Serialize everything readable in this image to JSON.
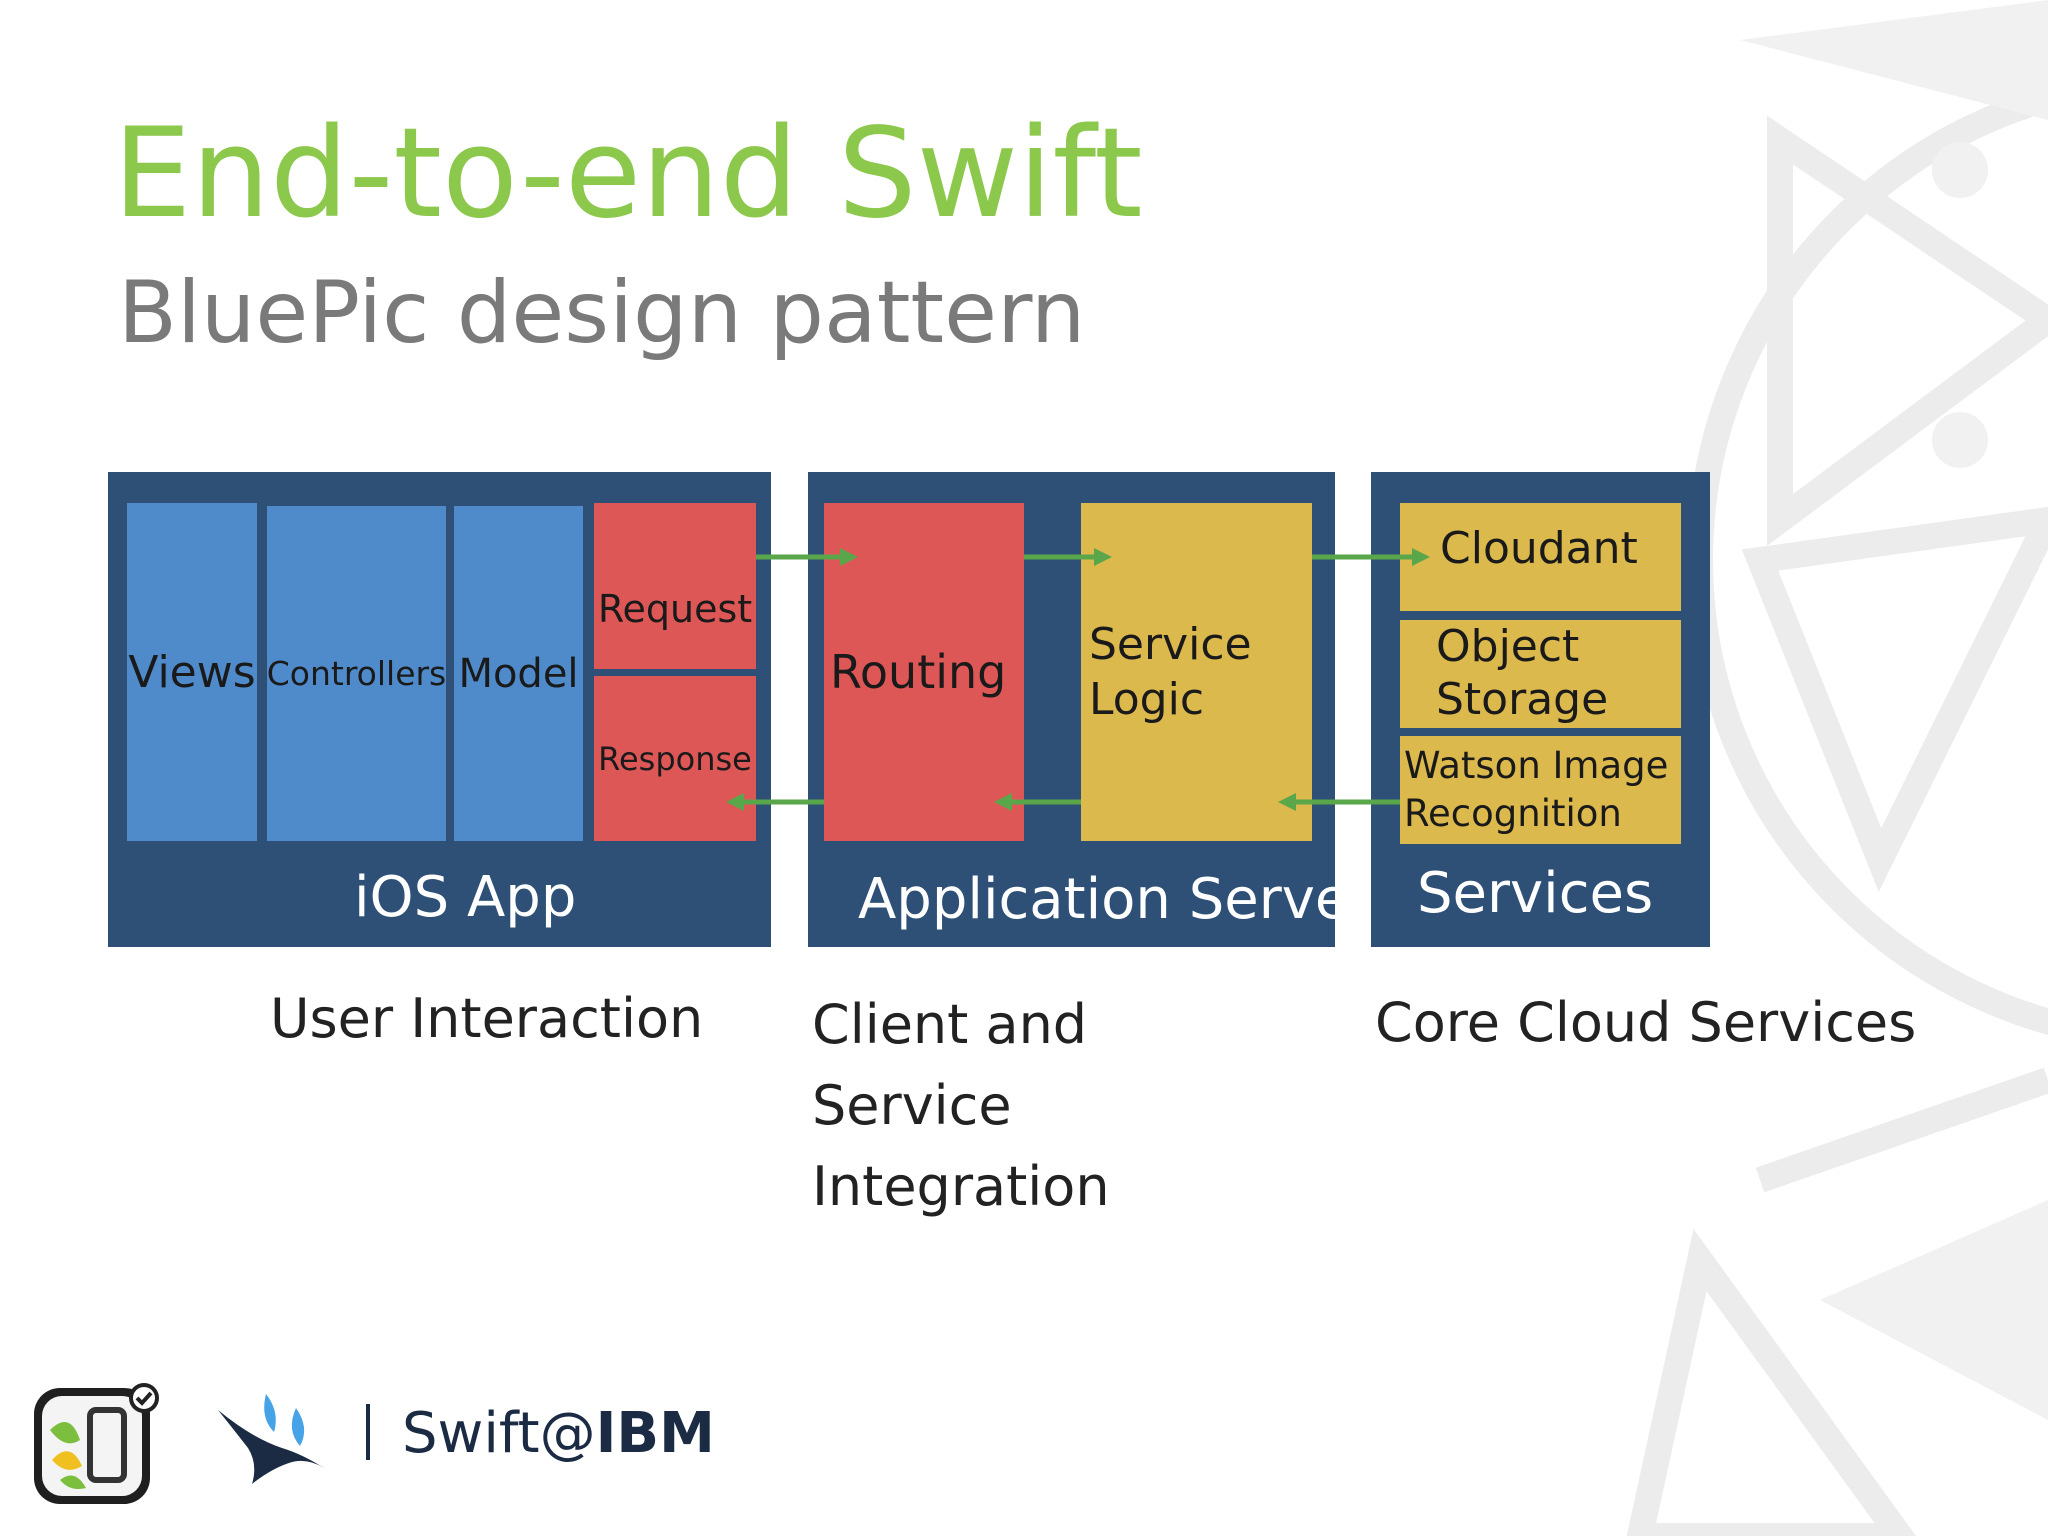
{
  "slide": {
    "title": "End-to-end Swift",
    "subtitle": "BluePic design pattern"
  },
  "diagram": {
    "ios_app": {
      "label": "iOS App",
      "boxes": {
        "views": "Views",
        "controllers": "Controllers",
        "model": "Model",
        "request": "Request",
        "response": "Response"
      }
    },
    "application_server": {
      "label": "Application Server",
      "boxes": {
        "routing": "Routing",
        "service_logic": "Service Logic"
      }
    },
    "services": {
      "label": "Services",
      "boxes": {
        "cloudant": "Cloudant",
        "object_storage": "Object Storage",
        "watson": "Watson Image Recognition"
      }
    }
  },
  "captions": {
    "user_interaction": "User Interaction",
    "client_integration": "Client and Service Integration",
    "core_cloud": "Core Cloud Services"
  },
  "footer": {
    "brand_prefix": "Swift@",
    "brand_bold": "IBM"
  },
  "colors": {
    "title": "#8cc84b",
    "panel": "#2e5077",
    "blue_box": "#4f8bcb",
    "red_box": "#de5757",
    "yellow_box": "#dcb94c",
    "arrow": "#5aa64a"
  }
}
